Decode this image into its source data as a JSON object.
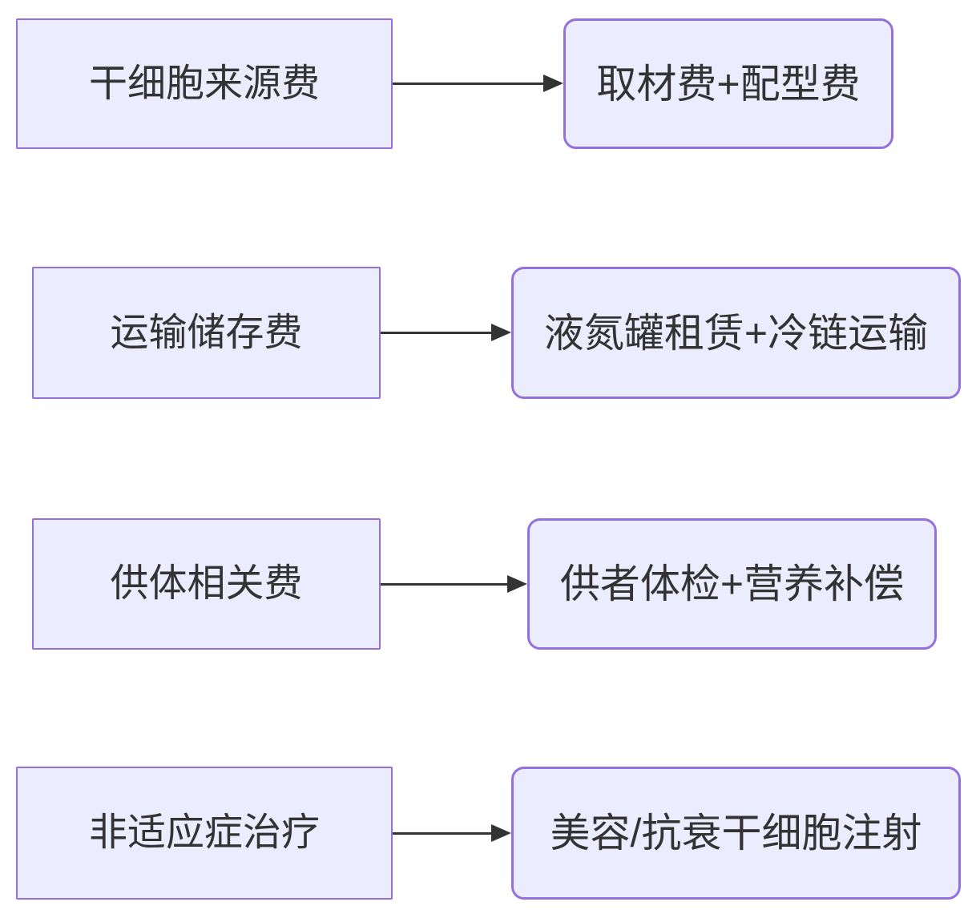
{
  "diagram": {
    "type": "flowchart",
    "direction": "left-to-right",
    "colors": {
      "background": "#FFFFFF",
      "node_fill": "#ECECFF",
      "node_border": "#9370DB",
      "arrow": "#333333",
      "text": "#333333"
    },
    "rows": [
      {
        "source": {
          "label": "干细胞来源费",
          "shape": "rectangle"
        },
        "target": {
          "label": "取材费+配型费",
          "shape": "rounded-rectangle"
        }
      },
      {
        "source": {
          "label": "运输储存费",
          "shape": "rectangle"
        },
        "target": {
          "label": "液氮罐租赁+冷链运输",
          "shape": "rounded-rectangle"
        }
      },
      {
        "source": {
          "label": "供体相关费",
          "shape": "rectangle"
        },
        "target": {
          "label": "供者体检+营养补偿",
          "shape": "rounded-rectangle"
        }
      },
      {
        "source": {
          "label": "非适应症治疗",
          "shape": "rectangle"
        },
        "target": {
          "label": "美容/抗衰干细胞注射",
          "shape": "rounded-rectangle"
        }
      }
    ]
  }
}
